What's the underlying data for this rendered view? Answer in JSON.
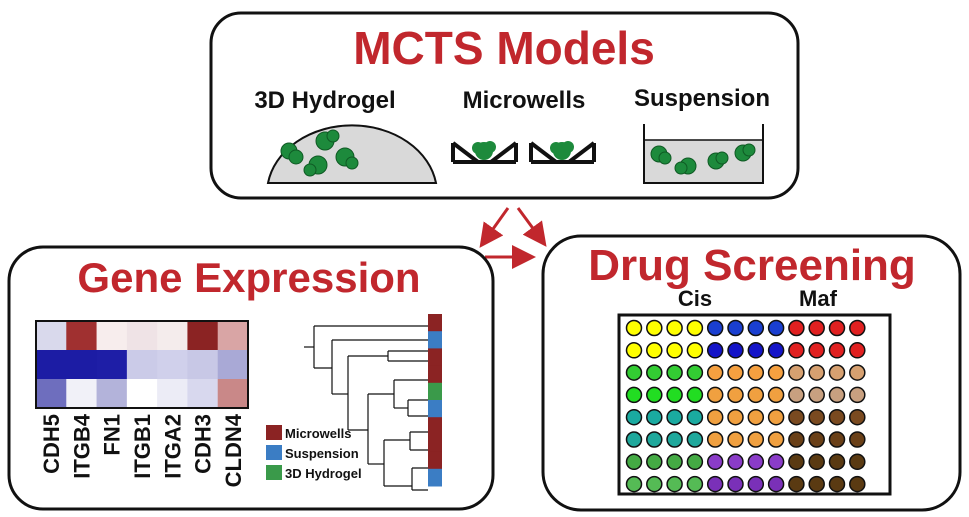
{
  "mcts": {
    "title": "MCTS Models",
    "models": [
      "3D Hydrogel",
      "Microwells",
      "Suspension"
    ]
  },
  "gene_expression": {
    "title": "Gene Expression",
    "genes": [
      "CDH5",
      "ITGB4",
      "FN1",
      "ITGB1",
      "ITGA2",
      "CDH3",
      "CLDN4"
    ],
    "heatmap_colors": [
      [
        "#d9d9ec",
        "#a03030",
        "#f7eded",
        "#efe3e6",
        "#f4ecec",
        "#8b2323",
        "#d9a5a5"
      ],
      [
        "#1c1ca4",
        "#1c1ca4",
        "#1e1ea6",
        "#cbcbe8",
        "#d0d0eb",
        "#c8c8e6",
        "#a9a9d6"
      ],
      [
        "#6e6ebe",
        "#f1f1f8",
        "#b3b3da",
        "#ffffff",
        "#ececf6",
        "#d8d8ee",
        "#c98888"
      ]
    ],
    "legend": [
      {
        "label": "Microwells",
        "color": "#8b2323"
      },
      {
        "label": "Suspension",
        "color": "#3b7dc4"
      },
      {
        "label": "3D Hydrogel",
        "color": "#3a9a4a"
      }
    ],
    "cluster_bar": [
      "#8b2323",
      "#3b7dc4",
      "#8b2323",
      "#8b2323",
      "#3a9a4a",
      "#3b7dc4",
      "#8b2323",
      "#8b2323",
      "#8b2323",
      "#3b7dc4"
    ]
  },
  "drug_screening": {
    "title": "Drug Screening",
    "drugs": [
      "Cis",
      "Maf"
    ],
    "well_colors": [
      [
        "#ffff00",
        "#ffff00",
        "#ffff00",
        "#ffff00",
        "#1a3fd0",
        "#1a3fd0",
        "#1a3fd0",
        "#1a3fd0",
        "#e02020",
        "#e02020",
        "#e02020",
        "#e02020"
      ],
      [
        "#ffff00",
        "#ffff00",
        "#ffff00",
        "#ffff00",
        "#1414c8",
        "#1414c8",
        "#1414c8",
        "#1414c8",
        "#e02020",
        "#e02020",
        "#e02020",
        "#e02020"
      ],
      [
        "#33cc33",
        "#33cc33",
        "#33cc33",
        "#33cc33",
        "#f5a040",
        "#f5a040",
        "#f5a040",
        "#f5a040",
        "#d6a070",
        "#d6a070",
        "#d6a070",
        "#d6a070"
      ],
      [
        "#22dd22",
        "#22dd22",
        "#22dd22",
        "#22dd22",
        "#f0a040",
        "#f0a040",
        "#f0a040",
        "#f0a040",
        "#c8a080",
        "#c8a080",
        "#c8a080",
        "#c8a080"
      ],
      [
        "#1aaaa0",
        "#1aaaa0",
        "#1aaaa0",
        "#1aaaa0",
        "#f0a040",
        "#f0a040",
        "#f0a040",
        "#f0a040",
        "#7a4a20",
        "#7a4a20",
        "#7a4a20",
        "#7a4a20"
      ],
      [
        "#1fa89c",
        "#1fa89c",
        "#1fa89c",
        "#1fa89c",
        "#f0a040",
        "#f0a040",
        "#f0a040",
        "#f0a040",
        "#6a4018",
        "#6a4018",
        "#6a4018",
        "#6a4018"
      ],
      [
        "#44aa44",
        "#44aa44",
        "#44aa44",
        "#44aa44",
        "#8a3cc8",
        "#8a3cc8",
        "#8a3cc8",
        "#8a3cc8",
        "#5a3a12",
        "#5a3a12",
        "#5a3a12",
        "#5a3a12"
      ],
      [
        "#55bb55",
        "#55bb55",
        "#55bb55",
        "#55bb55",
        "#7a30b8",
        "#7a30b8",
        "#7a30b8",
        "#7a30b8",
        "#5a3a12",
        "#5a3a12",
        "#5a3a12",
        "#5a3a12"
      ]
    ]
  },
  "colors": {
    "title_red": "#c1272d",
    "spheroid_green": "#1d8a3c",
    "gel_gray": "#d9d9d9"
  }
}
